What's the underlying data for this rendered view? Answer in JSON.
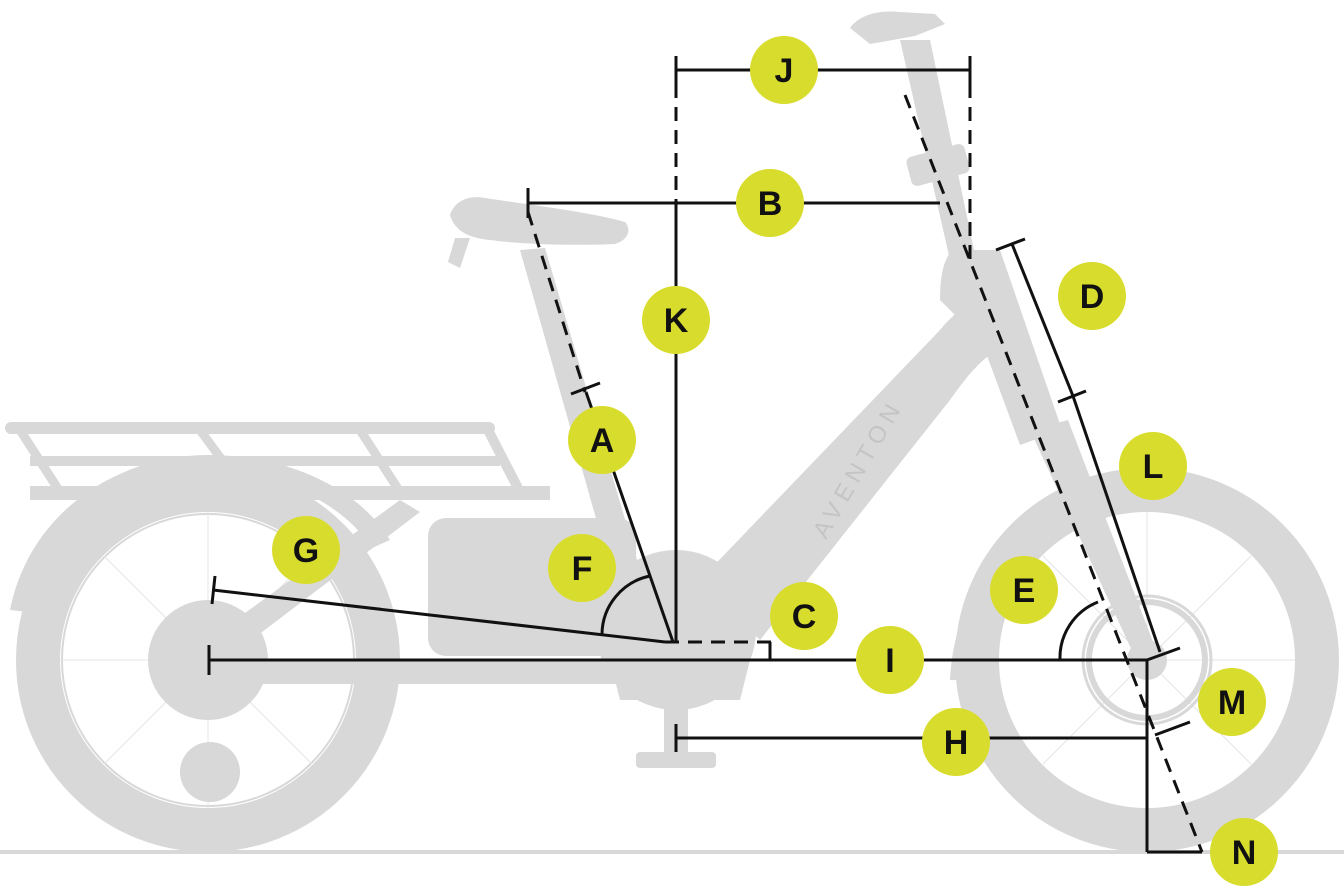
{
  "brand": {
    "logo_text": "AVENTON"
  },
  "colors": {
    "badge": "#d8dc2c",
    "bike": "#d8d8d8",
    "lines": "#111111"
  },
  "labels": {
    "a": "A",
    "b": "B",
    "c": "C",
    "d": "D",
    "e": "E",
    "f": "F",
    "g": "G",
    "h": "H",
    "i": "I",
    "j": "J",
    "k": "K",
    "l": "L",
    "m": "M",
    "n": "N"
  }
}
